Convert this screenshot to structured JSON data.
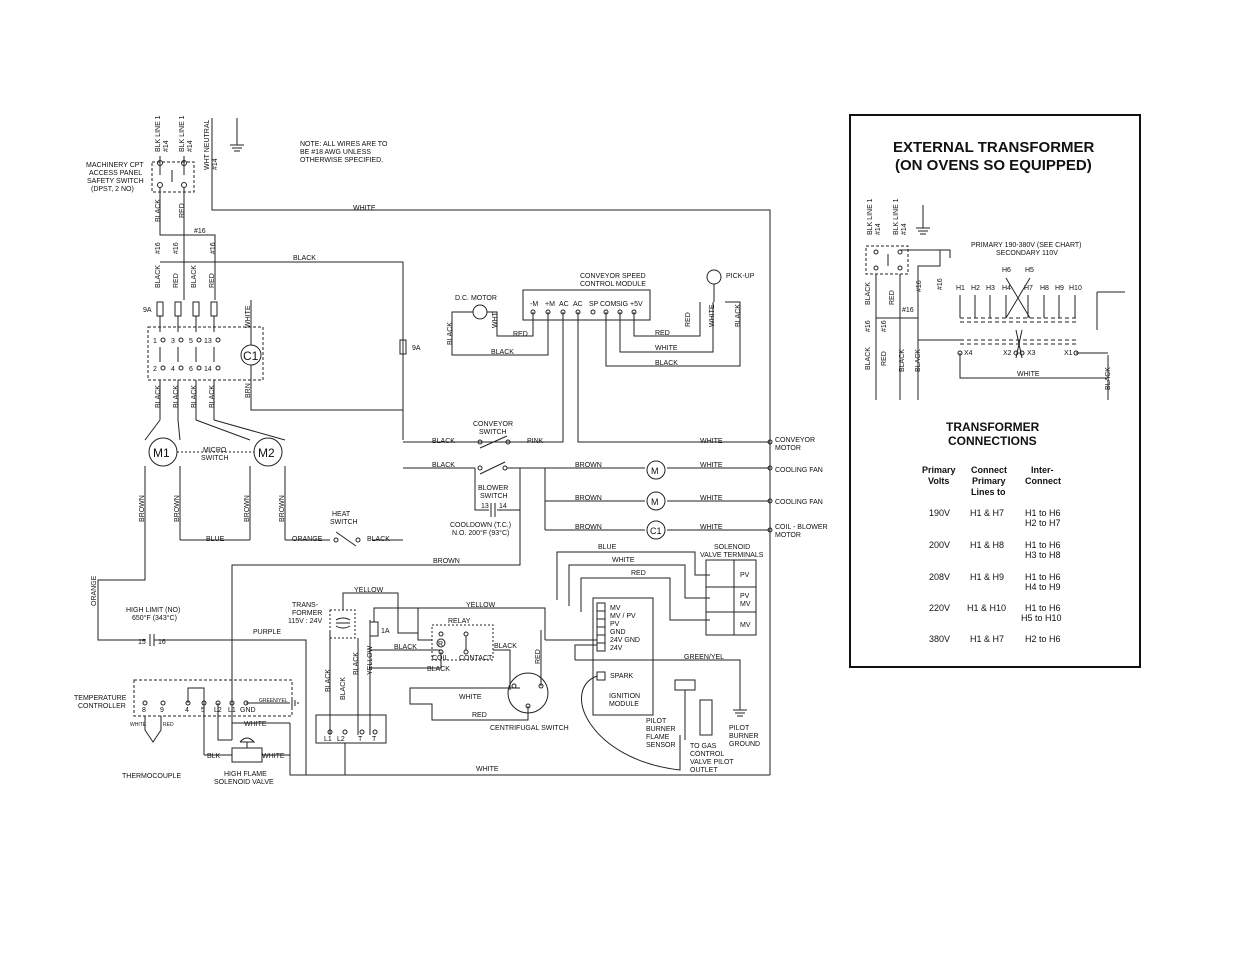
{
  "note": [
    "NOTE: ALL WIRES ARE TO",
    "BE #18 AWG UNLESS",
    "OTHERWISE SPECIFIED."
  ],
  "supply": {
    "blk_line1": "BLK LINE 1",
    "wire14": "#14",
    "wht_neutral": "WHT NEUTRAL",
    "wire16": "#16"
  },
  "safety_switch": [
    "MACHINERY CPT",
    "ACCESS PANEL",
    "SAFETY SWITCH",
    "(DPST, 2 NO)"
  ],
  "colors": {
    "white": "WHITE",
    "black": "BLACK",
    "red": "RED",
    "brown": "BROWN",
    "blue": "BLUE",
    "pink": "PINK",
    "orange": "ORANGE",
    "yellow": "YELLOW",
    "purple": "PURPLE",
    "green_yel": "GREEN/YEL",
    "green_yel_small": "GREEN/YEL",
    "brn": "BRN",
    "wht": "WHT",
    "blk": "BLK"
  },
  "fuses": {
    "f9a": "9A",
    "f1a": "1A"
  },
  "contactor": {
    "c1": "C1",
    "terminals_top": [
      "1",
      "3",
      "5",
      "13"
    ],
    "terminals_bottom": [
      "2",
      "4",
      "6",
      "14"
    ]
  },
  "motors": {
    "m1": "M1",
    "m2": "M2",
    "m": "M",
    "micro_switch": [
      "MICRO",
      "SWITCH"
    ]
  },
  "dc_motor": "D.C. MOTOR",
  "speed_module": {
    "title": [
      "CONVEYOR SPEED",
      "CONTROL MODULE"
    ],
    "terminals": [
      "-M",
      "+M",
      "AC",
      "AC",
      "SP",
      "COM",
      "SIG",
      "+5V"
    ]
  },
  "pickup": "PICK-UP",
  "switches": {
    "conveyor": [
      "CONVEYOR",
      "SWITCH"
    ],
    "blower": [
      "BLOWER",
      "SWITCH"
    ],
    "heat": [
      "HEAT",
      "SWITCH"
    ],
    "blower_terms": [
      "13",
      "14"
    ]
  },
  "cooldown": [
    "COOLDOWN (T.C.)",
    "N.O. 200°F (93°C)"
  ],
  "loads": {
    "conveyor_motor": [
      "CONVEYOR",
      "MOTOR"
    ],
    "cooling_fan": "COOLING FAN",
    "coil_blower": [
      "COIL - BLOWER",
      "MOTOR"
    ]
  },
  "high_limit": {
    "label": [
      "HIGH LIMIT (NO)",
      "650°F (343°C)"
    ],
    "terms": [
      "15",
      "16"
    ]
  },
  "transformer_small": {
    "label": [
      "TRANS-",
      "FORMER",
      "115V : 24V"
    ]
  },
  "relay": {
    "title": "RELAY",
    "coil": "COIL",
    "contact": "CONTACT",
    "r": "R"
  },
  "solenoid_terms": {
    "title": [
      "SOLENOID",
      "VALVE TERMINALS"
    ],
    "pv": "PV",
    "pvmv": [
      "PV",
      "MV"
    ],
    "mv": "MV"
  },
  "ignition": {
    "pins": [
      "MV",
      "MV / PV",
      "PV",
      "GND",
      "24V GND",
      "24V"
    ],
    "spark": "SPARK",
    "label": [
      "IGNITION",
      "MODULE"
    ]
  },
  "pilot_sensor": [
    "PILOT",
    "BURNER",
    "FLAME",
    "SENSOR"
  ],
  "gas_valve": [
    "TO GAS",
    "CONTROL",
    "VALVE PILOT",
    "OUTLET"
  ],
  "pilot_ground": [
    "PILOT",
    "BURNER",
    "GROUND"
  ],
  "centrifugal": "CENTRIFUGAL SWITCH",
  "temp_controller": {
    "label": [
      "TEMPERATURE",
      "CONTROLLER"
    ],
    "terms": [
      "8",
      "9",
      "4",
      "5",
      "L2",
      "L1",
      "GND"
    ]
  },
  "thermocouple": "THERMOCOUPLE",
  "high_flame": [
    "HIGH FLAME",
    "SOLENOID VALVE"
  ],
  "terminal_block": [
    "L1",
    "L2",
    "T",
    "T"
  ],
  "external": {
    "title": [
      "EXTERNAL TRANSFORMER",
      "(ON OVENS SO EQUIPPED)"
    ],
    "primary_label": [
      "PRIMARY 190-380V (SEE CHART)",
      "SECONDARY 110V"
    ],
    "h_top": [
      "H6",
      "H5"
    ],
    "h_row": [
      "H1",
      "H2",
      "H3",
      "H4",
      "H7",
      "H8",
      "H9",
      "H10"
    ],
    "x_row": [
      "X4",
      "X2",
      "X3",
      "X1"
    ],
    "connections_title": [
      "TRANSFORMER",
      "CONNECTIONS"
    ],
    "headers": [
      [
        "Primary",
        "Volts"
      ],
      [
        "Connect",
        "Primary",
        "Lines to"
      ],
      [
        "Inter-",
        "Connect"
      ]
    ],
    "rows": [
      {
        "volts": "190V",
        "lines": "H1 & H7",
        "inter": [
          "H1 to H6",
          "H2 to H7"
        ]
      },
      {
        "volts": "200V",
        "lines": "H1 & H8",
        "inter": [
          "H1 to H6",
          "H3 to H8"
        ]
      },
      {
        "volts": "208V",
        "lines": "H1 & H9",
        "inter": [
          "H1 to H6",
          "H4 to H9"
        ]
      },
      {
        "volts": "220V",
        "lines": "H1 & H10",
        "inter": [
          "H1 to H6",
          "H5 to H10"
        ]
      },
      {
        "volts": "380V",
        "lines": "H1 & H7",
        "inter": [
          "H2 to H6"
        ]
      }
    ]
  }
}
